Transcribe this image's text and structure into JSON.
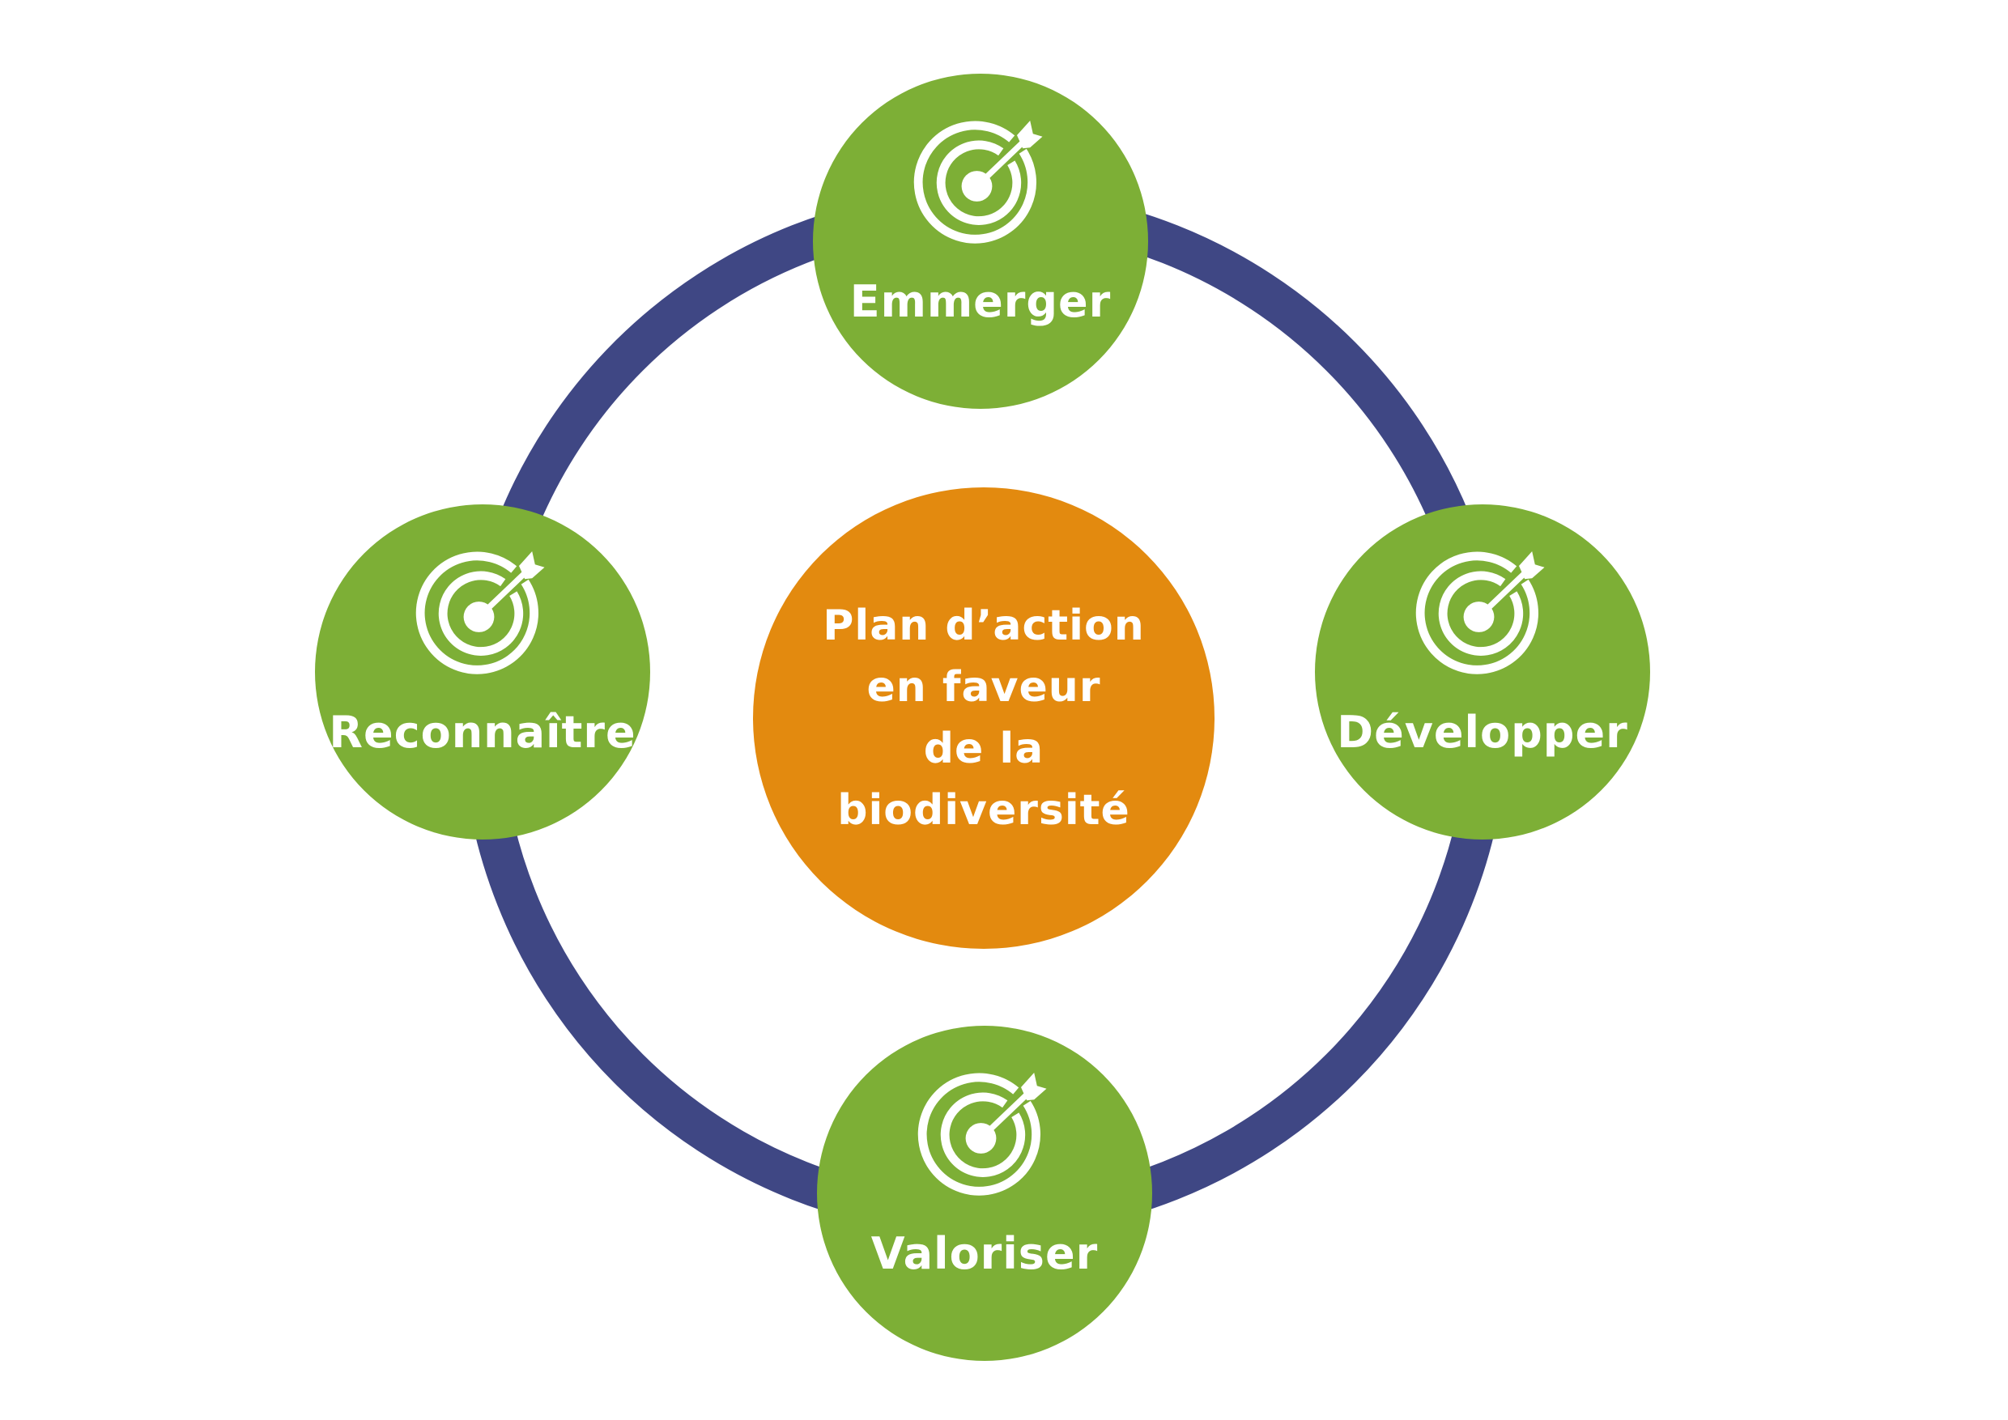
{
  "colors": {
    "ring": "#3f4784",
    "node": "#7daf36",
    "center": "#e38a0f",
    "text": "#ffffff"
  },
  "center": {
    "lines": [
      "Plan d’action",
      "en faveur",
      "de la",
      "biodiversité"
    ]
  },
  "nodes": [
    {
      "label": "Emmerger",
      "icon": "target-arrow-icon"
    },
    {
      "label": "Développer",
      "icon": "target-arrow-icon"
    },
    {
      "label": "Valoriser",
      "icon": "target-arrow-icon"
    },
    {
      "label": "Reconnaître",
      "icon": "target-arrow-icon"
    }
  ]
}
